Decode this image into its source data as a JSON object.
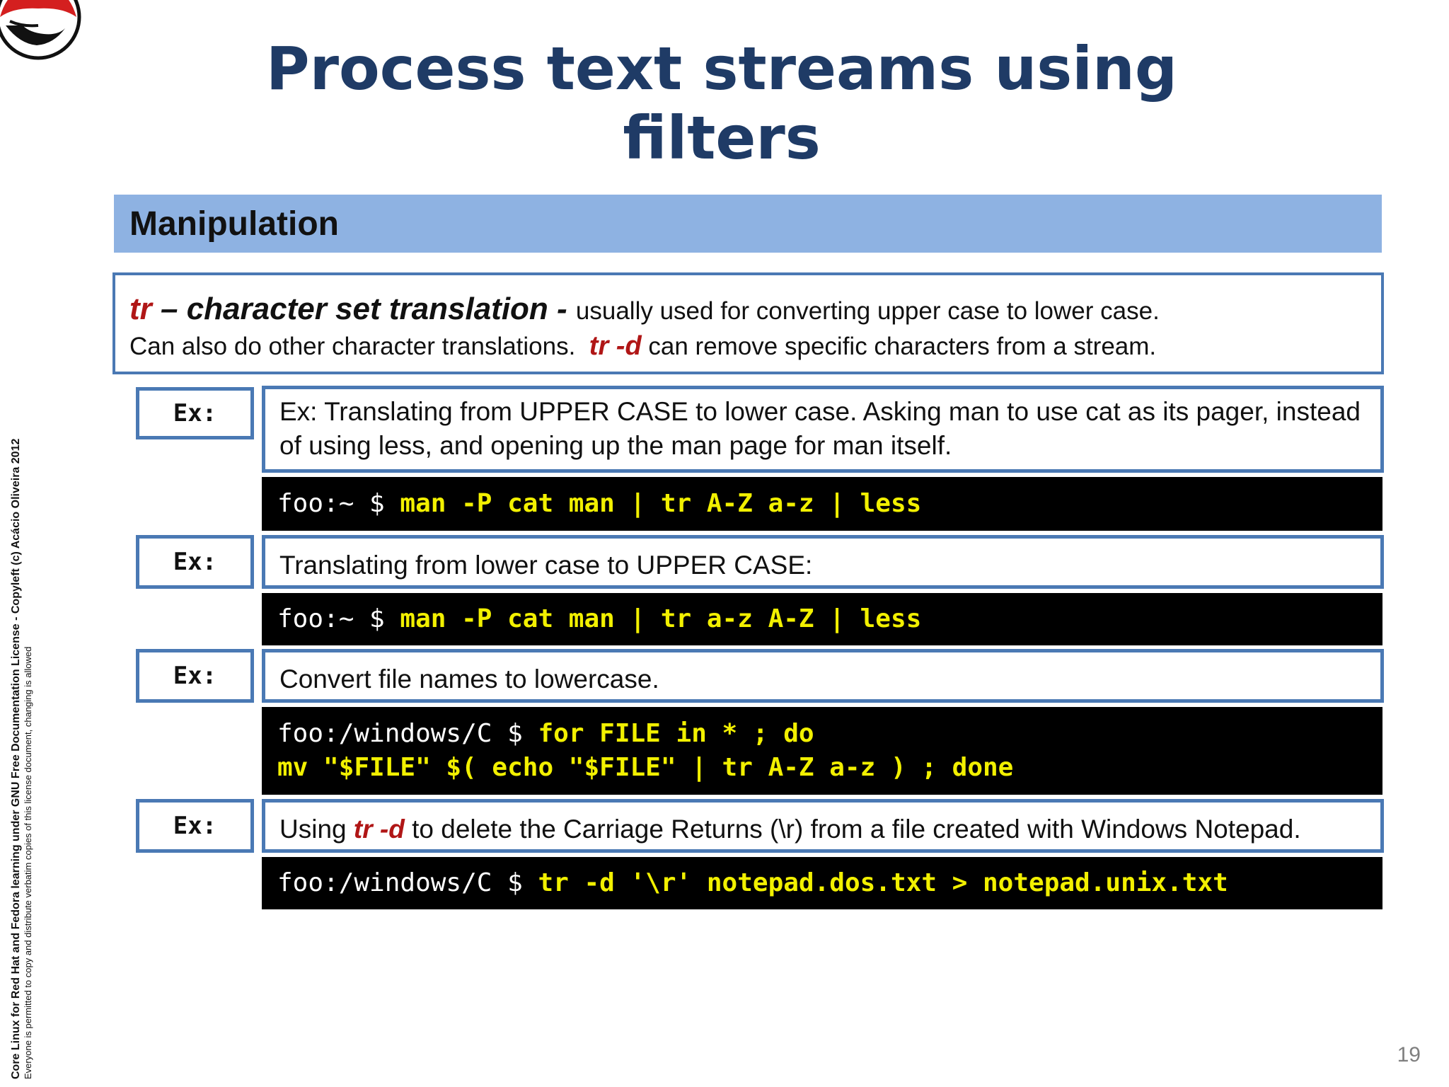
{
  "slide": {
    "title": "Process text streams using filters",
    "page_number": "19",
    "section": "Manipulation",
    "intro": {
      "cmd_name": "tr",
      "dash_title": " – character set translation - ",
      "line1_rest": "usually used for converting upper case to lower case.",
      "line2_before": "Can also do other character translations.  ",
      "line2_cmd": "tr -d",
      "line2_after": " can remove specific characters from a stream."
    },
    "examples": [
      {
        "label": "Ex:",
        "description": "Ex: Translating from UPPER CASE to lower case.  Asking man to use cat as its pager, instead of using less, and opening up the man page for man itself.",
        "command": [
          {
            "prompt": "foo:~ $ ",
            "code": "man -P cat man | tr A-Z a-z | less"
          }
        ]
      },
      {
        "label": "Ex:",
        "description": "Translating from lower case to UPPER CASE:",
        "command": [
          {
            "prompt": "foo:~ $ ",
            "code": "man -P cat man | tr a-z A-Z | less"
          }
        ]
      },
      {
        "label": "Ex:",
        "description": "Convert file names to lowercase.",
        "command": [
          {
            "prompt": "foo:/windows/C $ ",
            "code": "for FILE in * ; do"
          },
          {
            "prompt": "",
            "code": "mv \"$FILE\" $( echo \"$FILE\" | tr A-Z a-z ) ; done"
          }
        ]
      },
      {
        "label": "Ex:",
        "description_before": "Using ",
        "description_cmd": "tr -d",
        "description_after": " to delete the Carriage Returns (\\r) from a file created with Windows Notepad.",
        "command": [
          {
            "prompt": "foo:/windows/C $ ",
            "code": "tr -d '\\r' notepad.dos.txt > notepad.unix.txt"
          }
        ]
      }
    ],
    "side_caption_line1": "Core Linux for Red Hat and Fedora learning under GNU Free Documentation License  - Copyleft (c) Acácio Oliveira 2012",
    "side_caption_line2": "Everyone is permitted to copy and distribute verbatim copies of this license document, changing is allowed",
    "logo_icon": "red-hat-logo-icon",
    "colors": {
      "title": "#1f3b66",
      "section_bar": "#8eb2e2",
      "border": "#4a79b4",
      "command_code": "#f2f000",
      "accent_red": "#b01616"
    }
  }
}
